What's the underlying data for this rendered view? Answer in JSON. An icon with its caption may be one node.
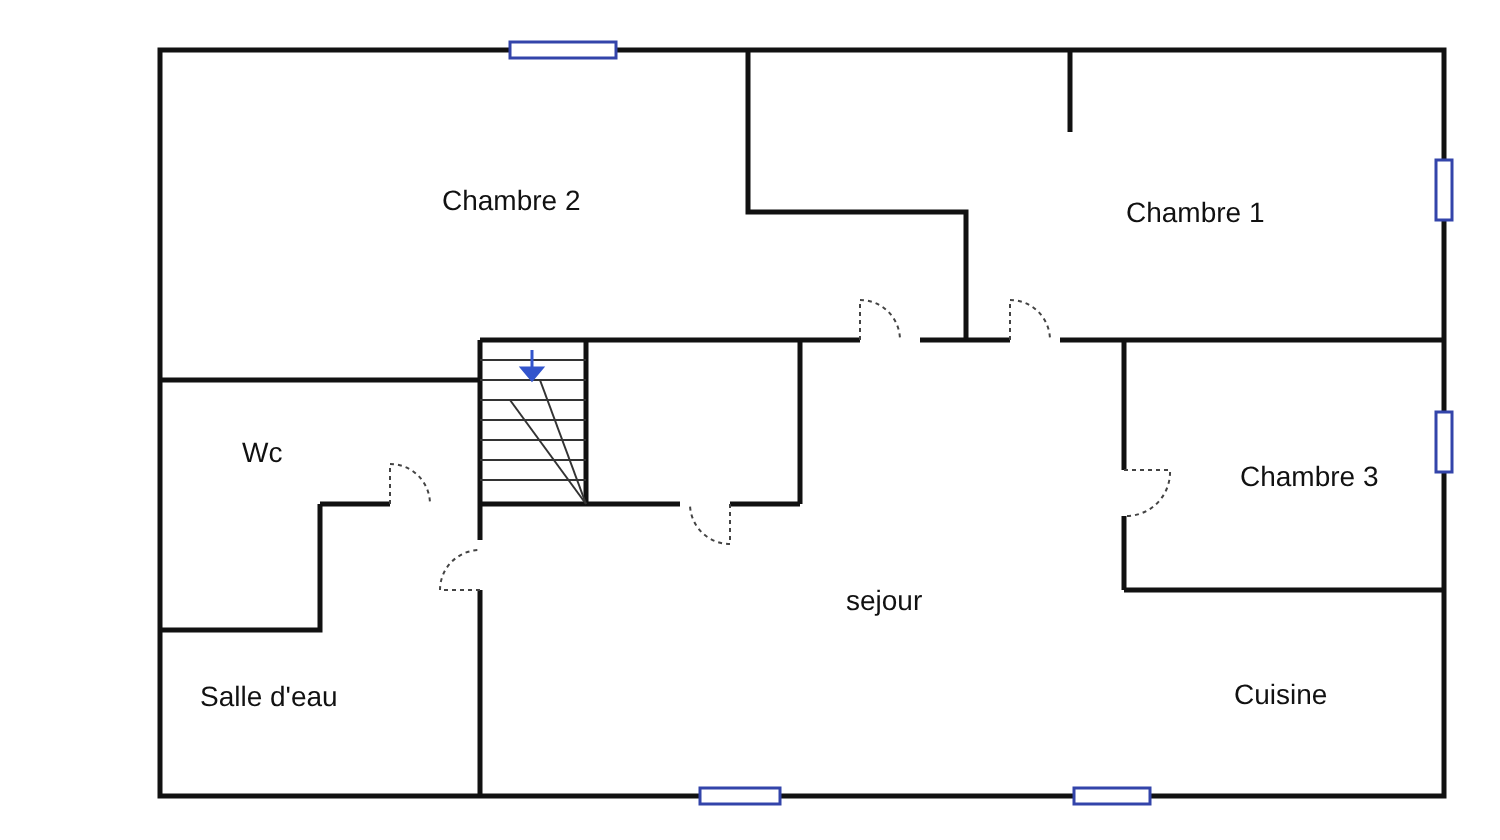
{
  "diagram": {
    "labels": [
      "Chambre 2",
      "Chambre 1",
      "Wc",
      "Chambre 3",
      "sejour",
      "Salle d'eau",
      "Cuisine"
    ]
  }
}
